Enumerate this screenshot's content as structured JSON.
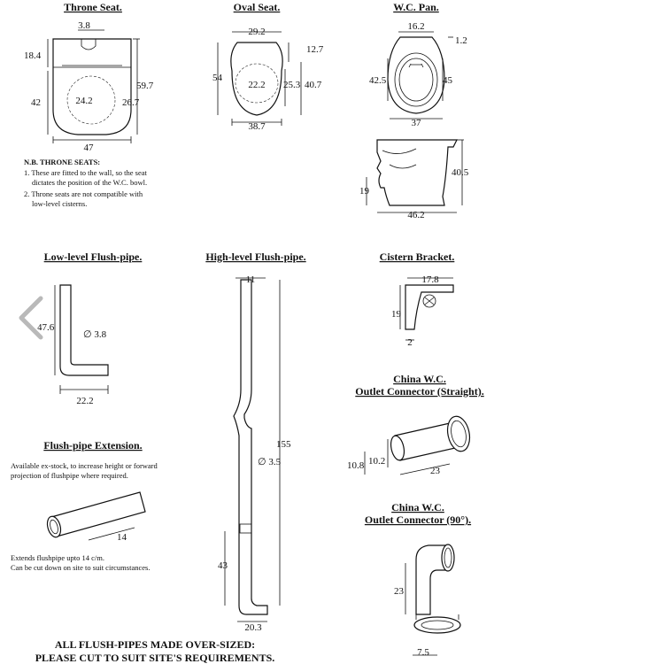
{
  "titles": {
    "throne_seat": "Throne Seat.",
    "oval_seat": "Oval Seat.",
    "wc_pan": "W.C. Pan.",
    "low_level": "Low-level Flush-pipe.",
    "high_level": "High-level Flush-pipe.",
    "cistern_bracket": "Cistern Bracket.",
    "outlet_straight_1": "China W.C.",
    "outlet_straight_2": "Outlet Connector (Straight).",
    "extension": "Flush-pipe Extension.",
    "outlet_90_1": "China W.C.",
    "outlet_90_2": "Outlet Connector (90°)."
  },
  "throne_seat": {
    "d1": "3.8",
    "d2": "18.4",
    "d3": "59.7",
    "d4": "42",
    "d5": "24.2",
    "d6": "26.7",
    "d7": "47"
  },
  "oval_seat": {
    "d1": "29.2",
    "d2": "12.7",
    "d3": "54",
    "d4": "22.2",
    "d5": "25.3",
    "d6": "40.7",
    "d7": "38.7"
  },
  "wc_pan": {
    "d1": "16.2",
    "d2": "1.2",
    "d3": "42.5",
    "d4": "45",
    "d5": "37",
    "d6": "40.5",
    "d7": "19",
    "d8": "46.2"
  },
  "nb": {
    "heading": "N.B. THRONE SEATS:",
    "l1": "1. These are fitted to the wall, so the seat",
    "l2": "dictates the position of the W.C. bowl.",
    "l3": "2. Throne seats are not compatible with",
    "l4": "low-level cisterns."
  },
  "low_level": {
    "height": "47.6",
    "dia": "∅ 3.8",
    "width": "22.2"
  },
  "high_level": {
    "top": "11",
    "length": "155",
    "dia": "∅ 3.5",
    "bottom": "43",
    "width": "20.3"
  },
  "cistern_bracket": {
    "width": "17.8",
    "height": "19",
    "thickness": "2"
  },
  "outlet_straight": {
    "d1": "10.8",
    "d2": "10.2",
    "d3": "23"
  },
  "extension": {
    "l1": "Available ex-stock, to increase height or forward",
    "l2": "projection of flushpipe where required.",
    "len": "14",
    "n1": "Extends flushpipe upto 14 c/m.",
    "n2": "Can be cut down on site to suit circumstances."
  },
  "outlet_90": {
    "height": "23",
    "width": "7.5"
  },
  "footer": {
    "l1": "ALL FLUSH-PIPES MADE OVER-SIZED:",
    "l2": "PLEASE CUT TO SUIT SITE'S REQUIREMENTS."
  },
  "nav": {
    "prev_icon": "chevron-left-icon"
  }
}
